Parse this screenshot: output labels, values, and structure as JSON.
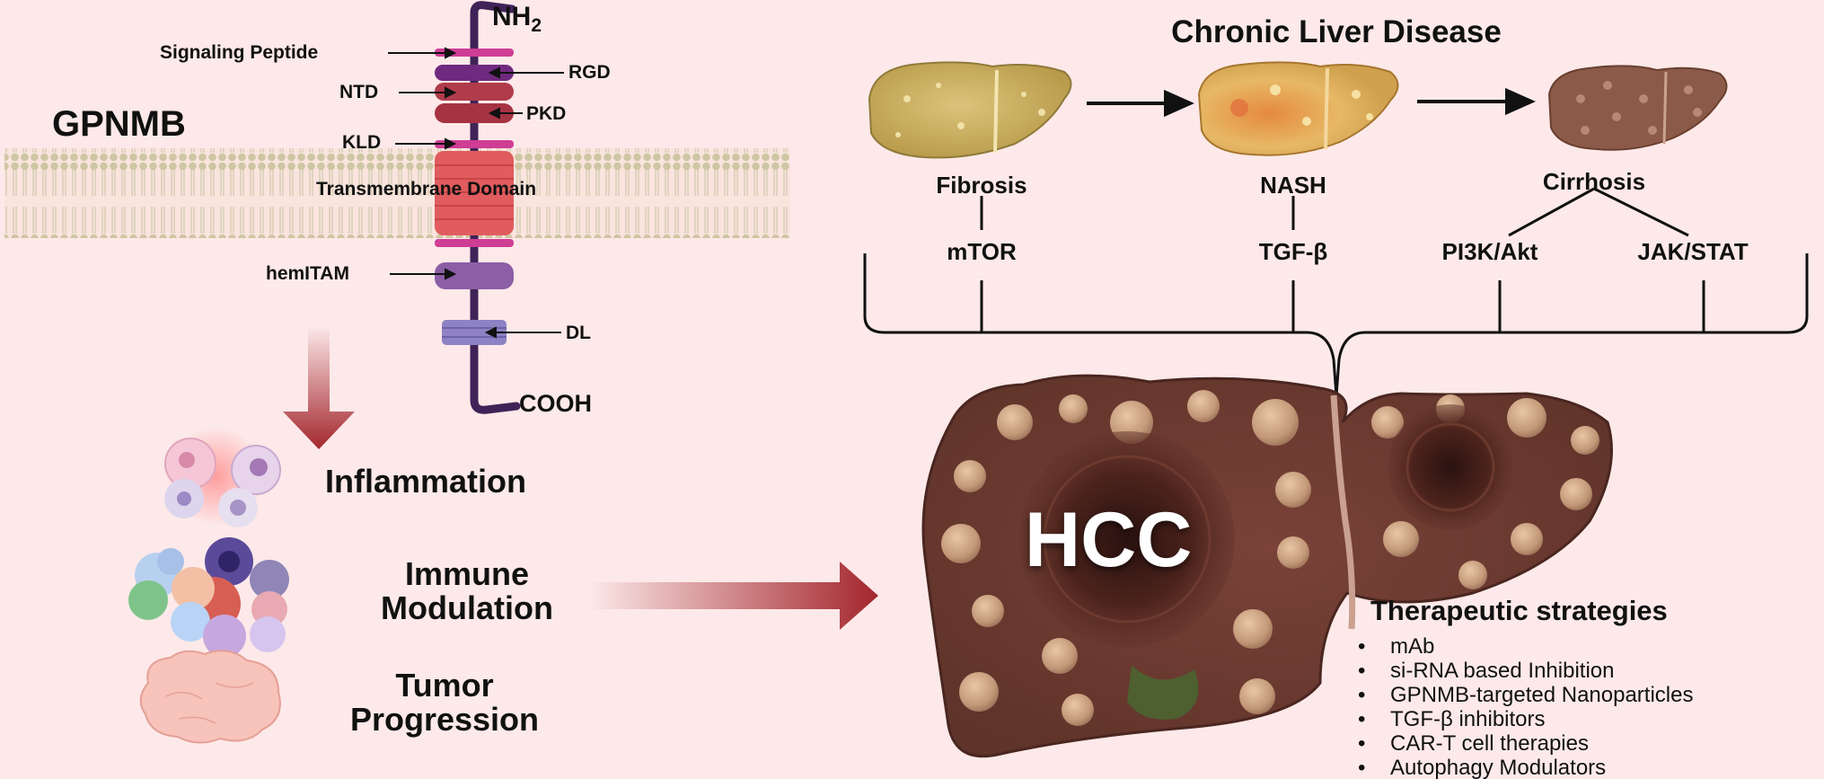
{
  "protein": {
    "title": "GPNMB",
    "nh2_main": "NH",
    "nh2_sub": "2",
    "cooh": "COOH",
    "domains": {
      "signaling_peptide": "Signaling Peptide",
      "rgd": "RGD",
      "ntd": "NTD",
      "pkd": "PKD",
      "kld": "KLD",
      "transmembrane": "Transmembrane Domain",
      "hemitam": "hemITAM",
      "dl": "DL"
    }
  },
  "effects": {
    "inflammation": "Inflammation",
    "immune_line1": "Immune",
    "immune_line2": "Modulation",
    "tumor_line1": "Tumor",
    "tumor_line2": "Progression"
  },
  "disease": {
    "title": "Chronic Liver Disease",
    "stages": [
      "Fibrosis",
      "NASH",
      "Cirrhosis"
    ],
    "pathways": [
      "mTOR",
      "TGF-β",
      "PI3K/Akt",
      "JAK/STAT"
    ]
  },
  "hcc": {
    "label": "HCC",
    "therapy_title": "Therapeutic strategies",
    "therapies": [
      "mAb",
      "si-RNA based Inhibition",
      "GPNMB-targeted Nanoparticles",
      "TGF-β inhibitors",
      "CAR-T cell therapies",
      "Autophagy Modulators"
    ]
  }
}
